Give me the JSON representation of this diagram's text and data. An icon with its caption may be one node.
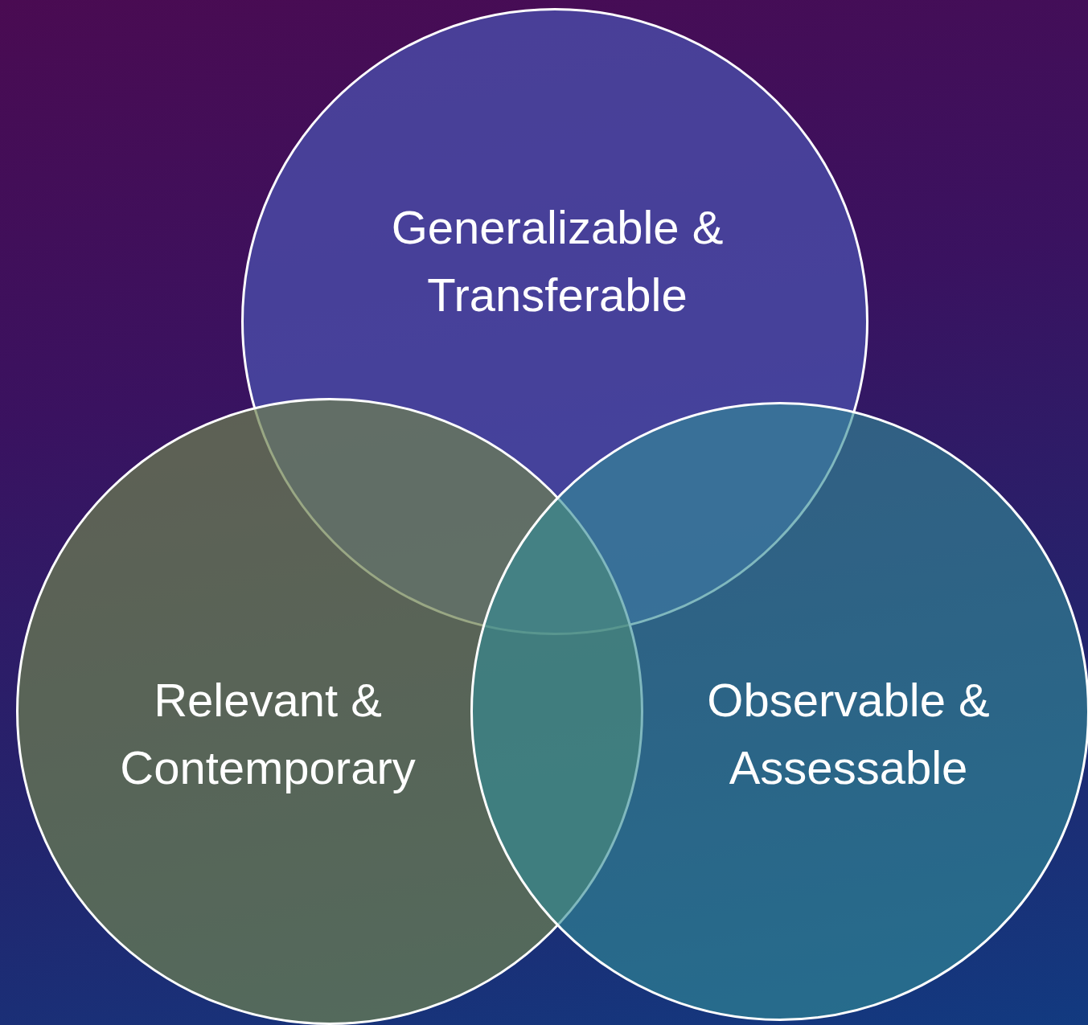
{
  "diagram": {
    "nodes": [
      {
        "text": [
          "Generalizable & Transferable"
        ]
      },
      {
        "text": [
          "Relevant & Contemporary"
        ]
      },
      {
        "text": [
          "Observable & Assessable"
        ]
      }
    ]
  }
}
